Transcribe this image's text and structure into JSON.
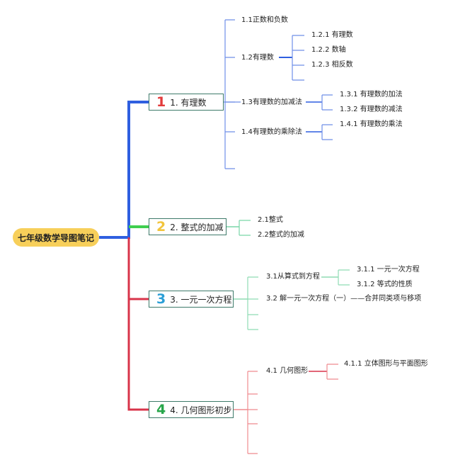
{
  "root": {
    "label": "七年级数学导图笔记"
  },
  "topics": [
    {
      "badge": "1",
      "label": "1. 有理数"
    },
    {
      "badge": "2",
      "label": "2. 整式的加减"
    },
    {
      "badge": "3",
      "label": "3. 一元一次方程"
    },
    {
      "badge": "4",
      "label": "4. 几何图形初步"
    }
  ],
  "subtopics": {
    "t1": [
      "1.1正数和负数",
      "1.2有理数",
      "1.3有理数的加减法",
      "1.4有理数的乘除法"
    ],
    "t1_2": [
      "1.2.1 有理数",
      "1.2.2 数轴",
      "1.2.3 相反数"
    ],
    "t1_3": [
      "1.3.1 有理数的加法",
      "1.3.2 有理数的减法"
    ],
    "t1_4": [
      "1.4.1 有理数的乘法"
    ],
    "t2": [
      "2.1整式",
      "2.2整式的加减"
    ],
    "t3": [
      "3.1从算式到方程",
      "3.2 解一元一次方程（一）——合并同类项与移项"
    ],
    "t3_1": [
      "3.1.1 一元一次方程",
      "3.1.2 等式的性质"
    ],
    "t4": [
      "4.1 几何图形"
    ],
    "t4_1": [
      "4.1.1 立体图形与平面图形"
    ]
  },
  "colors": {
    "branch1": "#2f5fe0",
    "branch2": "#3fce4f",
    "branch3": "#d8344a",
    "branch4": "#d8344a",
    "sub1": "#6f8fe8",
    "sub2": "#79d6a8",
    "sub3": "#8fdcb4",
    "sub4": "#ef8b8f",
    "topic_border": "#3e7a6a",
    "root_fill": "#f7cf5a"
  }
}
